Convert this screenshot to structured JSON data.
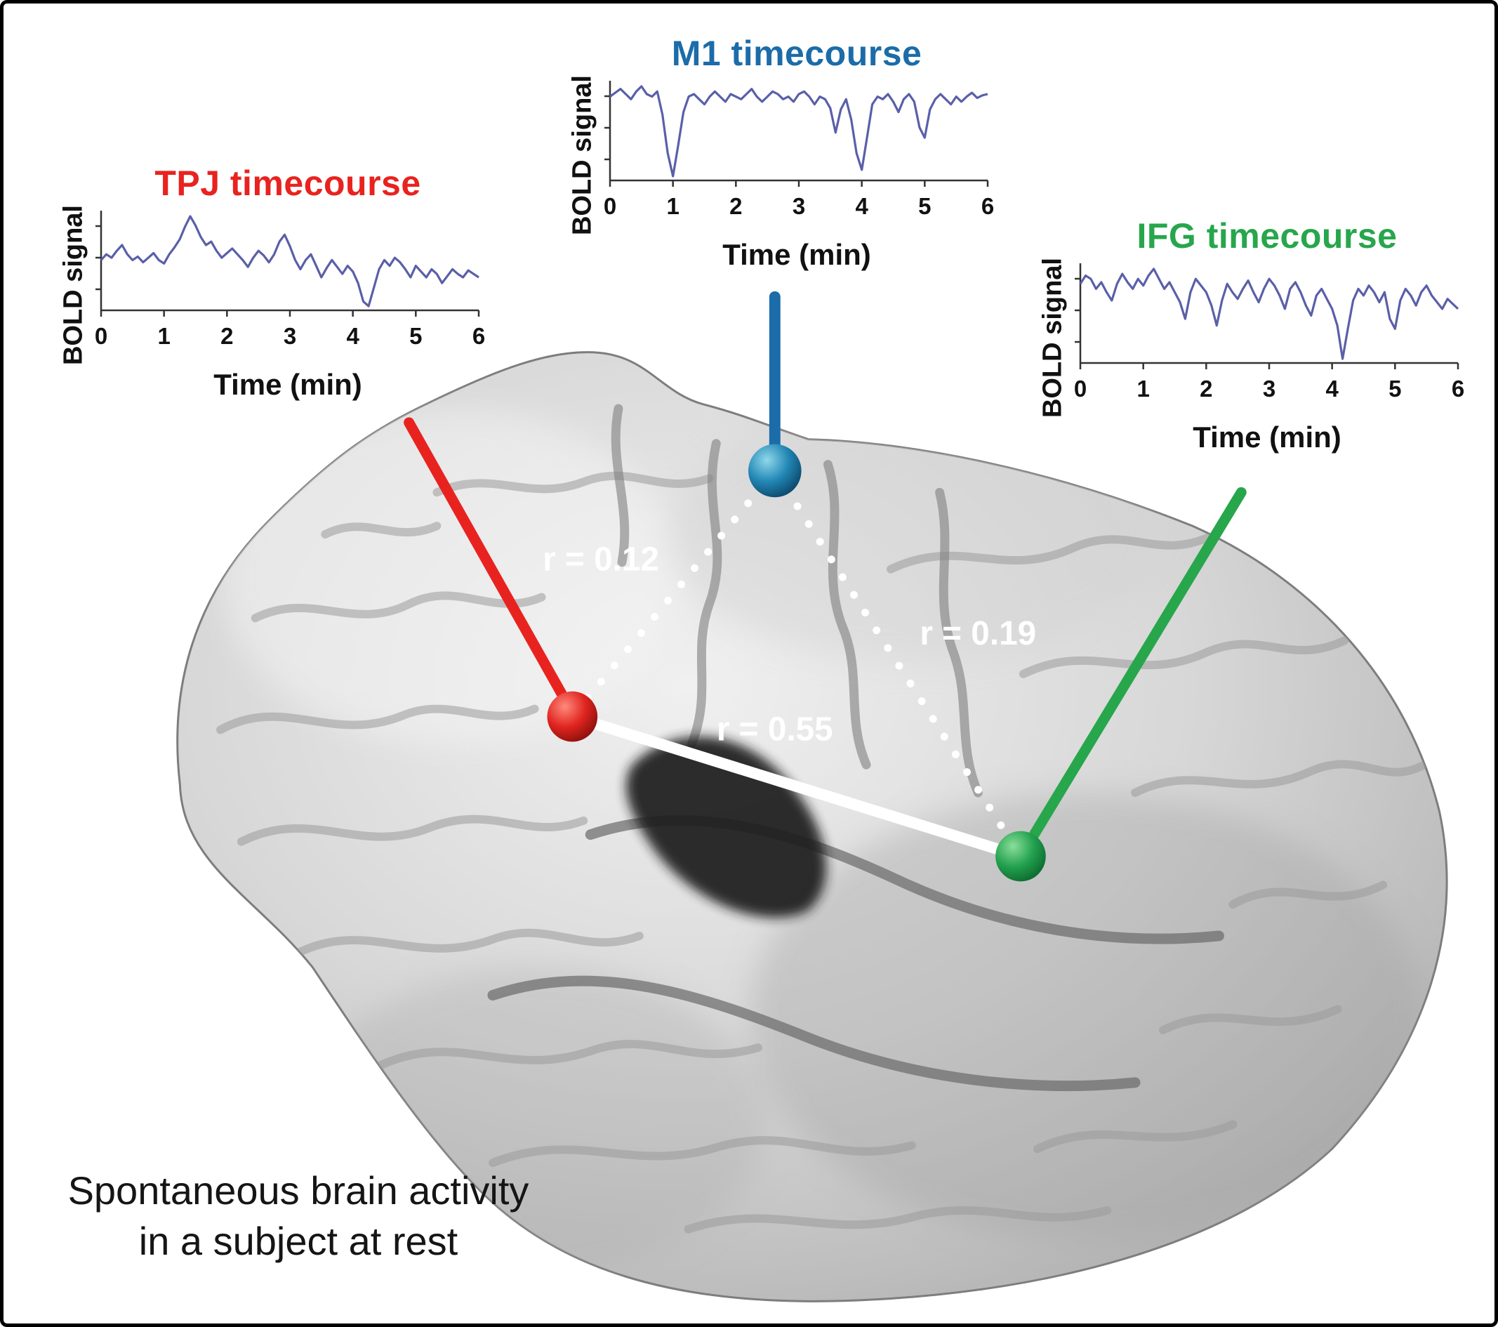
{
  "figure": {
    "caption_line1": "Spontaneous brain activity",
    "caption_line2": "in a subject at rest"
  },
  "colors": {
    "signal_line": "#5a5fa8",
    "tpj": "#e8231f",
    "m1": "#1b6ca8",
    "ifg": "#27a64c",
    "correlation_line": "#ffffff"
  },
  "regions": [
    {
      "name": "TPJ",
      "marker_color": "#e0251f"
    },
    {
      "name": "M1",
      "marker_color": "#2286b5"
    },
    {
      "name": "IFG",
      "marker_color": "#23a14f"
    }
  ],
  "correlations": [
    {
      "pair": "TPJ-M1",
      "label": "r = 0.12",
      "style": "dotted"
    },
    {
      "pair": "M1-IFG",
      "label": "r = 0.19",
      "style": "dotted"
    },
    {
      "pair": "TPJ-IFG",
      "label": "r = 0.55",
      "style": "solid"
    }
  ],
  "chart_data": [
    {
      "type": "line",
      "id": "tpj",
      "title": "TPJ timecourse",
      "xlabel": "Time (min)",
      "ylabel": "BOLD signal",
      "x_range": [
        0,
        6
      ],
      "x_ticks": [
        0,
        1,
        2,
        3,
        4,
        5,
        6
      ],
      "values": [
        0.5,
        0.55,
        0.52,
        0.58,
        0.63,
        0.55,
        0.5,
        0.53,
        0.48,
        0.52,
        0.56,
        0.5,
        0.47,
        0.55,
        0.61,
        0.68,
        0.79,
        0.88,
        0.8,
        0.7,
        0.63,
        0.66,
        0.58,
        0.52,
        0.56,
        0.6,
        0.55,
        0.5,
        0.44,
        0.52,
        0.58,
        0.54,
        0.48,
        0.55,
        0.66,
        0.72,
        0.62,
        0.5,
        0.42,
        0.5,
        0.55,
        0.45,
        0.35,
        0.43,
        0.5,
        0.44,
        0.38,
        0.45,
        0.4,
        0.3,
        0.14,
        0.1,
        0.26,
        0.42,
        0.5,
        0.45,
        0.52,
        0.48,
        0.42,
        0.35,
        0.45,
        0.4,
        0.35,
        0.42,
        0.38,
        0.3,
        0.36,
        0.42,
        0.38,
        0.35,
        0.41,
        0.38,
        0.35
      ]
    },
    {
      "type": "line",
      "id": "m1",
      "title": "M1 timecourse",
      "xlabel": "Time (min)",
      "ylabel": "BOLD signal",
      "x_range": [
        0,
        6
      ],
      "x_ticks": [
        0,
        1,
        2,
        3,
        4,
        5,
        6
      ],
      "values": [
        0.72,
        0.75,
        0.78,
        0.74,
        0.7,
        0.76,
        0.8,
        0.74,
        0.72,
        0.76,
        0.58,
        0.28,
        0.1,
        0.34,
        0.6,
        0.72,
        0.74,
        0.7,
        0.66,
        0.72,
        0.76,
        0.72,
        0.68,
        0.74,
        0.72,
        0.7,
        0.74,
        0.78,
        0.72,
        0.68,
        0.72,
        0.76,
        0.74,
        0.7,
        0.72,
        0.68,
        0.74,
        0.76,
        0.72,
        0.66,
        0.72,
        0.7,
        0.63,
        0.44,
        0.62,
        0.7,
        0.54,
        0.28,
        0.15,
        0.4,
        0.66,
        0.72,
        0.7,
        0.74,
        0.68,
        0.6,
        0.7,
        0.74,
        0.68,
        0.48,
        0.4,
        0.62,
        0.7,
        0.74,
        0.7,
        0.66,
        0.72,
        0.68,
        0.72,
        0.75,
        0.71,
        0.73,
        0.74
      ]
    },
    {
      "type": "line",
      "id": "ifg",
      "title": "IFG timecourse",
      "xlabel": "Time (min)",
      "ylabel": "BOLD signal",
      "x_range": [
        0,
        6
      ],
      "x_ticks": [
        0,
        1,
        2,
        3,
        4,
        5,
        6
      ],
      "values": [
        0.55,
        0.6,
        0.58,
        0.52,
        0.56,
        0.5,
        0.45,
        0.55,
        0.61,
        0.56,
        0.52,
        0.58,
        0.54,
        0.6,
        0.64,
        0.58,
        0.52,
        0.56,
        0.5,
        0.44,
        0.34,
        0.5,
        0.58,
        0.54,
        0.5,
        0.42,
        0.3,
        0.45,
        0.55,
        0.5,
        0.46,
        0.52,
        0.57,
        0.5,
        0.44,
        0.52,
        0.58,
        0.54,
        0.48,
        0.4,
        0.52,
        0.56,
        0.5,
        0.42,
        0.36,
        0.48,
        0.52,
        0.46,
        0.4,
        0.3,
        0.1,
        0.28,
        0.45,
        0.52,
        0.48,
        0.54,
        0.5,
        0.44,
        0.5,
        0.34,
        0.28,
        0.45,
        0.52,
        0.48,
        0.42,
        0.5,
        0.54,
        0.48,
        0.44,
        0.4,
        0.46,
        0.43,
        0.4
      ]
    }
  ]
}
